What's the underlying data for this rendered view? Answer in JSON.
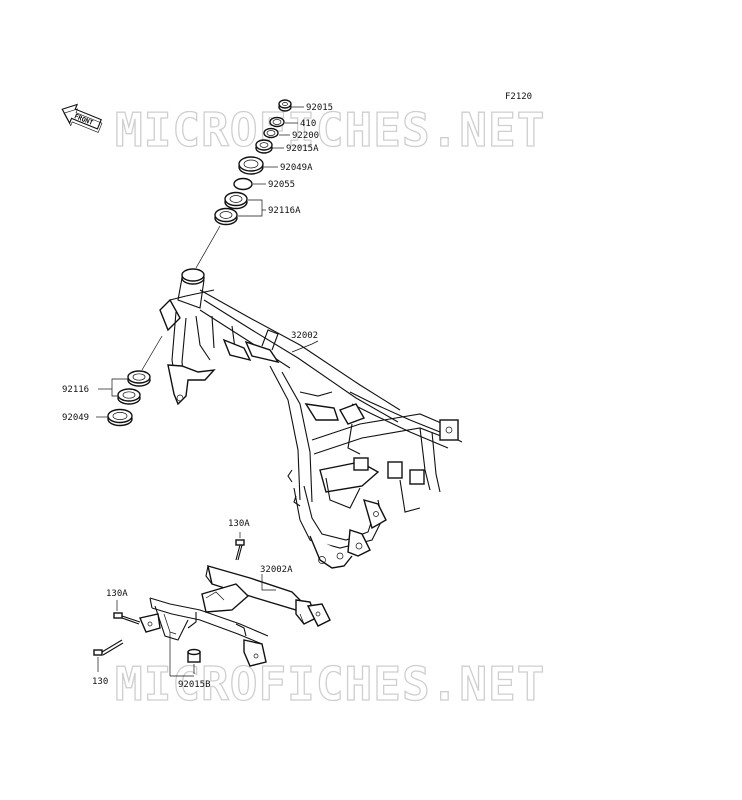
{
  "diagram_code": "F2120",
  "front_label": "FRONT",
  "watermark_text": "MICROFICHES.NET",
  "parts": {
    "p92015": "92015",
    "p410": "410",
    "p92200": "92200",
    "p92015A": "92015A",
    "p92049A": "92049A",
    "p92055": "92055",
    "p92116A": "92116A",
    "p32002": "32002",
    "p92116": "92116",
    "p92049": "92049",
    "p130A_top": "130A",
    "p32002A": "32002A",
    "p130A_left": "130A",
    "p130": "130",
    "p92015B": "92015B"
  }
}
